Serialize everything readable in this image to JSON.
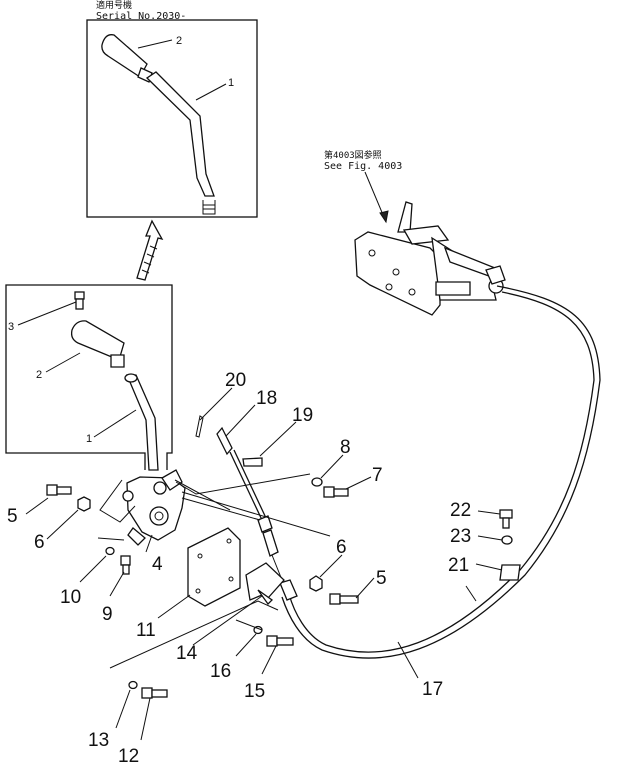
{
  "inset_top": {
    "note_ja": "適用号機",
    "serial_label": "Serial No.2030-",
    "callouts": [
      "2",
      "1"
    ]
  },
  "inset_left": {
    "callouts": [
      "3",
      "2",
      "1"
    ]
  },
  "reference": {
    "note_ja": "第4003図参照",
    "see_label": "See Fig. 4003"
  },
  "callouts": {
    "c20": "20",
    "c18": "18",
    "c19": "19",
    "c8": "8",
    "c7": "7",
    "c5a": "5",
    "c6a": "6",
    "c4": "4",
    "c10": "10",
    "c9": "9",
    "c6b": "6",
    "c5b": "5",
    "c11": "11",
    "c14": "14",
    "c16": "16",
    "c15": "15",
    "c13": "13",
    "c12": "12",
    "c17": "17",
    "c22": "22",
    "c23": "23",
    "c21": "21"
  }
}
